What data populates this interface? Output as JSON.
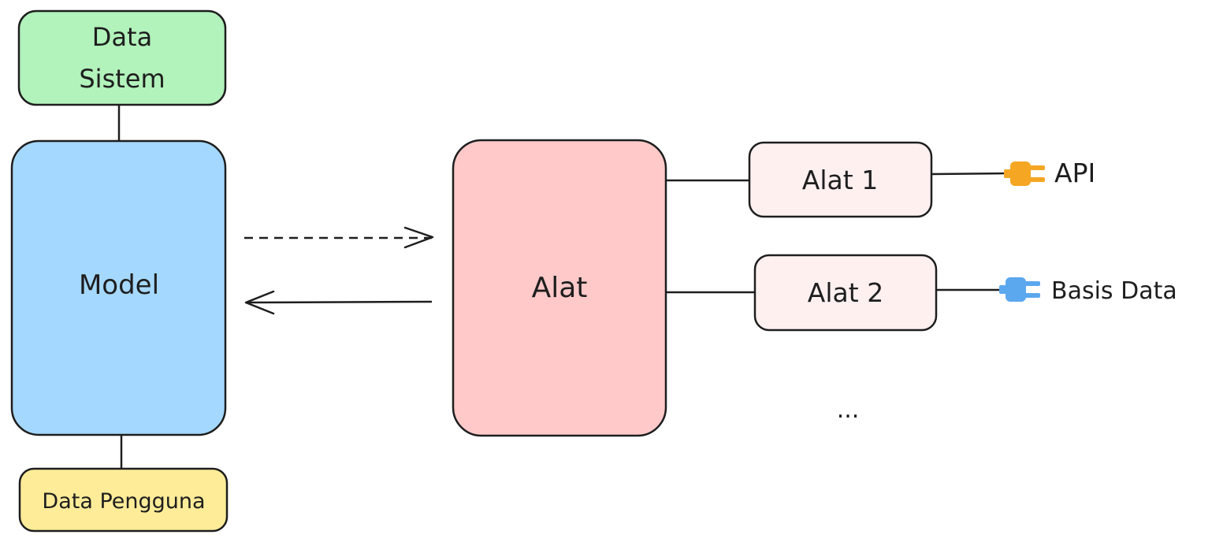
{
  "nodes": {
    "system_data": {
      "line1": "Data",
      "line2": "Sistem"
    },
    "model": {
      "label": "Model"
    },
    "user_data": {
      "label": "Data Pengguna"
    },
    "tools": {
      "label": "Alat"
    },
    "tool1": {
      "label": "Alat 1"
    },
    "tool2": {
      "label": "Alat 2"
    },
    "more": {
      "label": "..."
    },
    "api": {
      "label": "API"
    },
    "database": {
      "label": "Basis Data"
    }
  },
  "colors": {
    "system_data_fill": "#b2f2bb",
    "model_fill": "#a5d8ff",
    "user_data_fill": "#ffec99",
    "tools_fill": "#ffc9c9",
    "tool_fill": "#fff0f0",
    "api_plug": "#f5a623",
    "db_plug": "#5ba8ef",
    "stroke": "#1e1e1e"
  }
}
